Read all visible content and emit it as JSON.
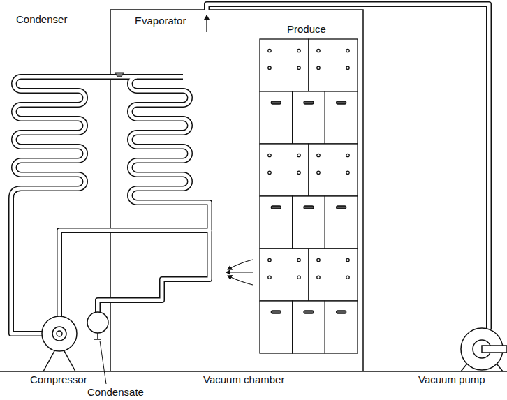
{
  "diagram": {
    "labels": [
      "Condenser",
      "Evaporator",
      "Produce",
      "Compressor",
      "Condensate",
      "Vacuum chamber",
      "Vacuum pump"
    ]
  }
}
